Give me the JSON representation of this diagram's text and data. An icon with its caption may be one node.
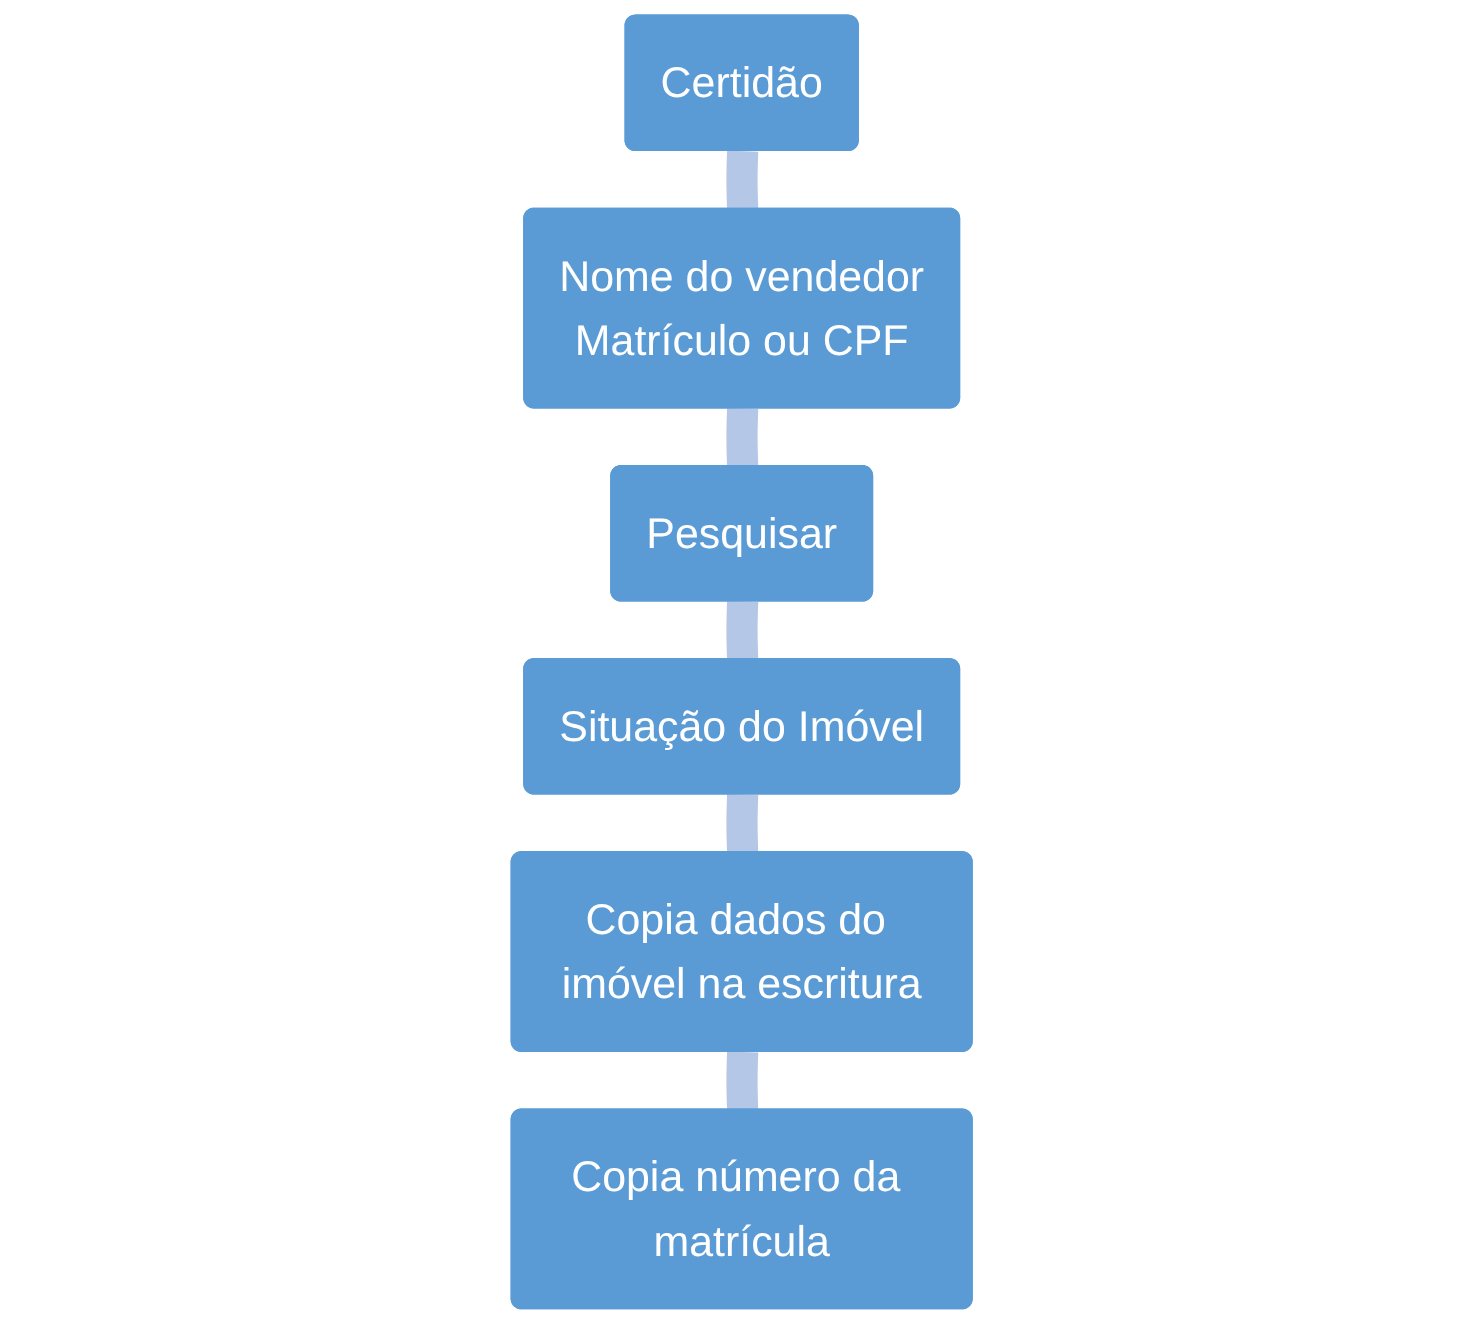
{
  "diagram": {
    "nodes": [
      {
        "text": [
          "Certidão"
        ]
      },
      {
        "text": [
          "Nome do vendedor",
          "Matrículo ou CPF"
        ]
      },
      {
        "text": [
          "Pesquisar"
        ]
      },
      {
        "text": [
          "Situação do Imóvel"
        ]
      },
      {
        "text": [
          "Copia dados do imóvel na escritura"
        ]
      },
      {
        "text": [
          "Copia número da matrícula"
        ]
      }
    ],
    "edges": [
      {
        "from": 0,
        "to": 1,
        "arrow": "none"
      },
      {
        "from": 1,
        "to": 2,
        "arrow": "none"
      },
      {
        "from": 2,
        "to": 3,
        "arrow": "none"
      },
      {
        "from": 3,
        "to": 4,
        "arrow": "none"
      },
      {
        "from": 4,
        "to": 5,
        "arrow": "none"
      }
    ]
  }
}
